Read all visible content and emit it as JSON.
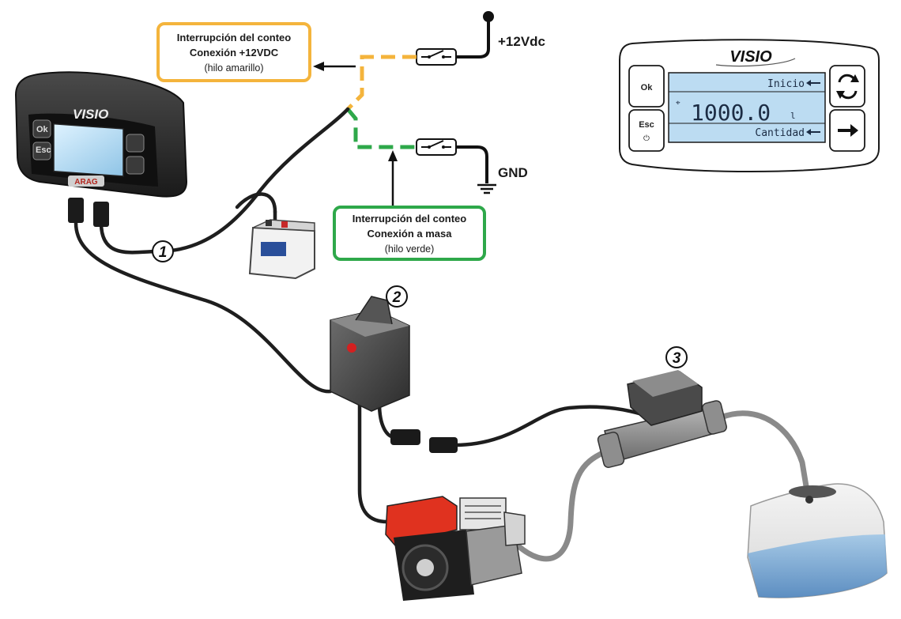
{
  "wiring": {
    "supply_label": "+12Vdc",
    "ground_label": "GND"
  },
  "callouts": {
    "yellow": {
      "line1": "Interrupción del conteo",
      "line2": "Conexión +12VDC",
      "line3": "(hilo amarillo)",
      "color": "#f4b43c"
    },
    "green": {
      "line1": "Interrupción del conteo",
      "line2": "Conexión a masa",
      "line3": "(hilo verde)",
      "color": "#2ea84a"
    }
  },
  "numbers": {
    "n1": "1",
    "n2": "2",
    "n3": "3"
  },
  "device": {
    "logo": "VISIO",
    "brand": "ARAG",
    "ok_label": "Ok",
    "esc_label": "Esc"
  },
  "display_panel": {
    "logo": "VISIO",
    "ok_label": "Ok",
    "esc_label": "Esc",
    "power_symbol": "⏻",
    "row1": "Inicio",
    "value": "1000.0",
    "unit": "l",
    "row3": "Cantidad",
    "lcd_color": "#bcdcf2"
  },
  "icons": [
    "switch-icon",
    "battery-icon",
    "ground-icon",
    "refresh-icon",
    "right-arrow-icon",
    "reservoir-icon",
    "pump-engine-icon",
    "flowmeter-icon",
    "relay-box-icon"
  ]
}
